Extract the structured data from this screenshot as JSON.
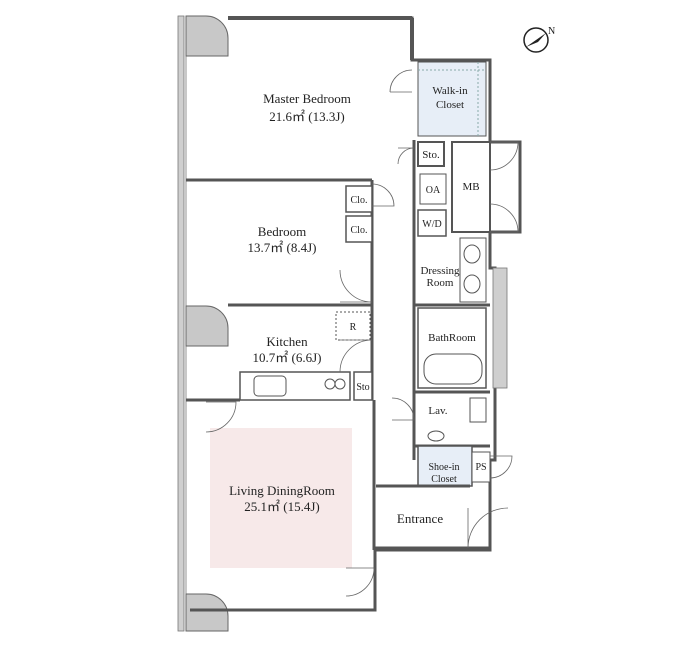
{
  "colors": {
    "wall": "#d8d8d8",
    "walkin_fill": "#e7eef7",
    "living_fill": "#f7e9e9",
    "balcony": "#cfcfcf"
  },
  "compass": {
    "label": "N"
  },
  "rooms": {
    "master_bedroom": {
      "name": "Master Bedroom",
      "area": "21.6㎡ (13.3J)"
    },
    "walkin_closet": {
      "line1": "Walk-in",
      "line2": "Closet"
    },
    "sto_top": "Sto.",
    "oa": "OA",
    "mb": "MB",
    "clo1": "Clo.",
    "clo2": "Clo.",
    "bedroom": {
      "name": "Bedroom",
      "area": "13.7㎡ (8.4J)"
    },
    "wd": "W/D",
    "dressing": {
      "line1": "Dressing",
      "line2": "Room"
    },
    "kitchen": {
      "name": "Kitchen",
      "area": "10.7㎡ (6.6J)"
    },
    "r_label": "R",
    "bathroom": "BathRoom",
    "sto_kitchen": "Sto",
    "lav": "Lav.",
    "living": {
      "name": "Living DiningRoom",
      "area": "25.1㎡ (15.4J)"
    },
    "shoein": {
      "line1": "Shoe-in",
      "line2": "Closet"
    },
    "ps": "PS",
    "entrance": "Entrance"
  }
}
